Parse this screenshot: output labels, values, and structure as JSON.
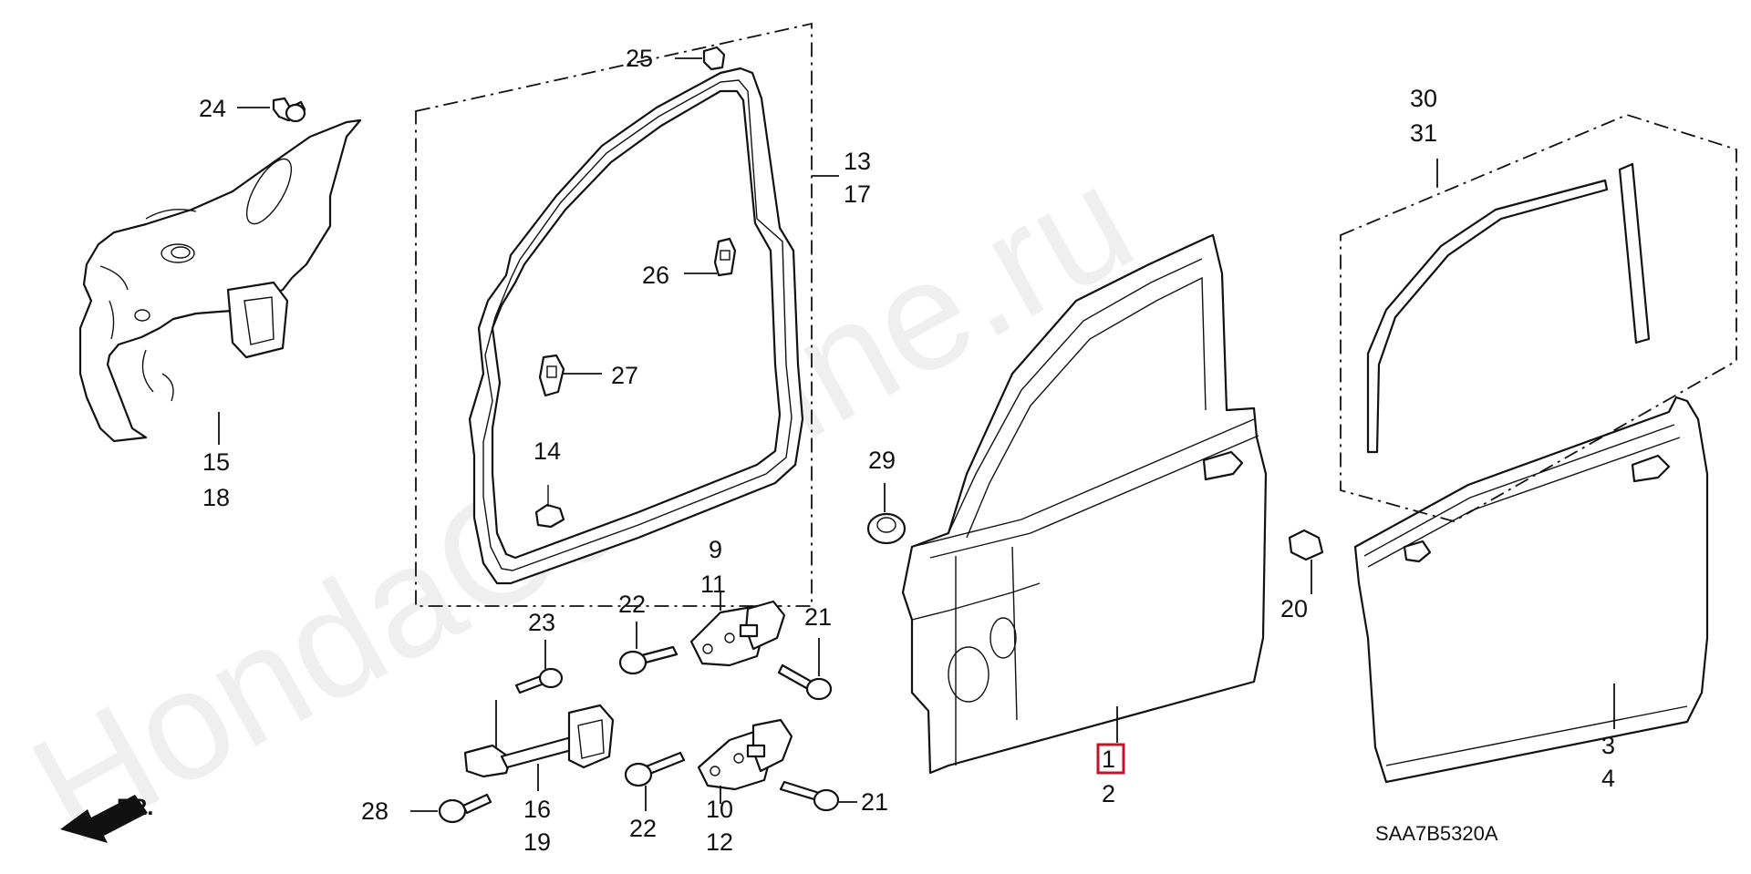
{
  "watermark": "HondaCarMine.ru",
  "diagram_code": "SAA7B5320A",
  "front_arrow_label": "FR.",
  "selected_part": "1",
  "callouts": {
    "c1": "1",
    "c2": "2",
    "c3": "3",
    "c4": "4",
    "c9": "9",
    "c10": "10",
    "c11": "11",
    "c12": "12",
    "c13": "13",
    "c14": "14",
    "c15": "15",
    "c16": "16",
    "c17": "17",
    "c18": "18",
    "c19": "19",
    "c20": "20",
    "c21a": "21",
    "c21b": "21",
    "c22a": "22",
    "c22b": "22",
    "c23": "23",
    "c24": "24",
    "c25": "25",
    "c26": "26",
    "c27": "27",
    "c28": "28",
    "c29": "29",
    "c30": "30",
    "c31": "31"
  }
}
